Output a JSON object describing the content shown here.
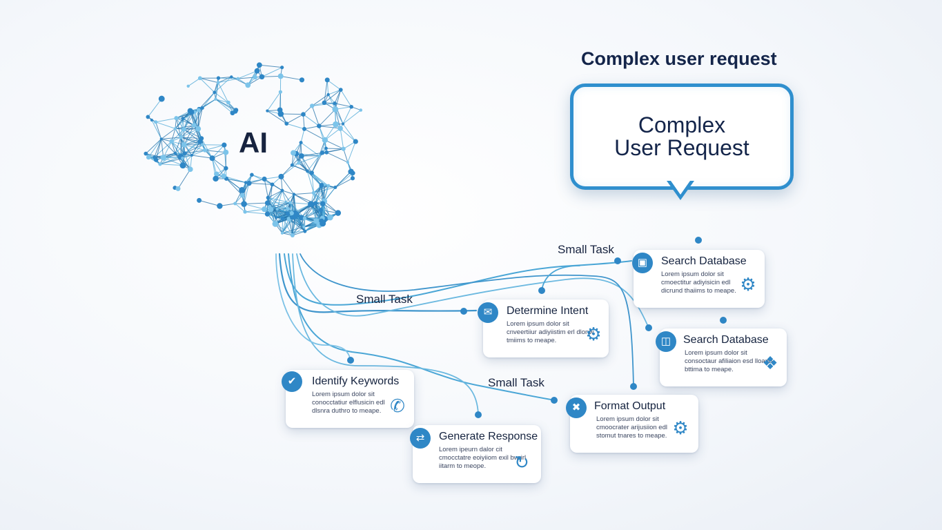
{
  "heading": "Complex user request",
  "bubble_text": "Complex User Request",
  "ai_label": "AI",
  "task_labels": [
    "Small Task",
    "Small Task",
    "Small Task"
  ],
  "cards": [
    {
      "title": "Search Database",
      "body": "Lorem ipsum dolor sit cmoectitur adiyisicin edl dicrund thaiims to meape.",
      "icon": "database-icon",
      "side_icon": "gear-icon"
    },
    {
      "title": "Determine Intent",
      "body": "Lorem ipsum dolor sit cnveertiiur adiyiistim erl dlonw tmiims to meape.",
      "icon": "mail-icon",
      "side_icon": "gear-icon"
    },
    {
      "title": "Search Database",
      "body": "Lorem ipsum dolor sit consoctaur afiliaion esd lloand bttima to meape.",
      "icon": "monitor-icon",
      "side_icon": "tools-icon"
    },
    {
      "title": "Identify Keywords",
      "body": "Lorem ipsum dolor sit conocctatiur elflusicin edl dlsnra duthro to meape.",
      "icon": "tag-icon",
      "side_icon": "chat-icon"
    },
    {
      "title": "Format Output",
      "body": "Lorem ipsum dolor sit cmoocrater arijusiion edl stomut tnares to meape.",
      "icon": "wrench-icon",
      "side_icon": "target-gear-icon"
    },
    {
      "title": "Generate Response",
      "body": "Lorem ipeurn dalor cit cmocctatre eoiyiiom exil bwrirl iitarm to meope.",
      "icon": "exchange-icon",
      "side_icon": "refresh-icon"
    }
  ],
  "colors": {
    "accent": "#2f87c6",
    "line": "#4aa6d6",
    "dark": "#15233f"
  }
}
